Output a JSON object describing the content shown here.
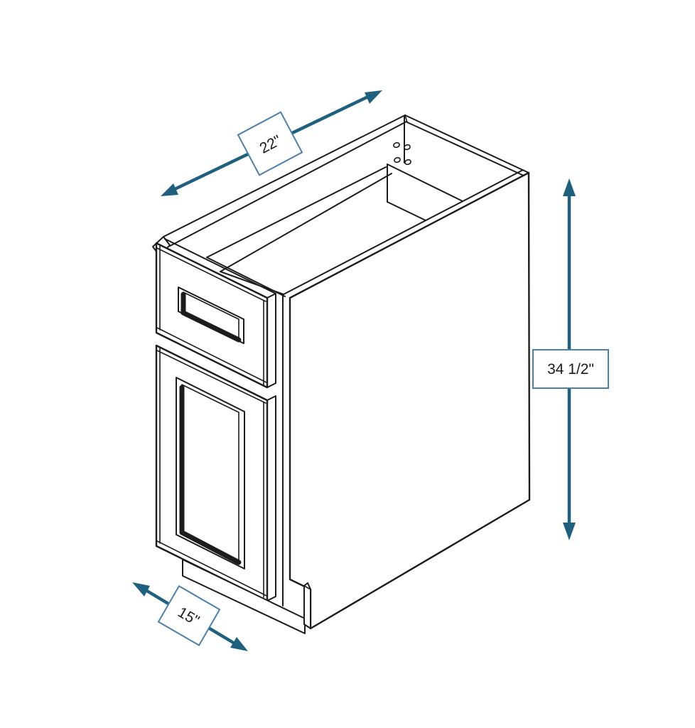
{
  "dimensions": {
    "depth": "22\"",
    "height": "34 1/2\"",
    "width": "15\""
  },
  "colors": {
    "line": "#1c1c1c",
    "arrow": "#20607f",
    "label_border": "#4d80a8",
    "label_text": "#1c1c1c",
    "background": "#ffffff"
  }
}
